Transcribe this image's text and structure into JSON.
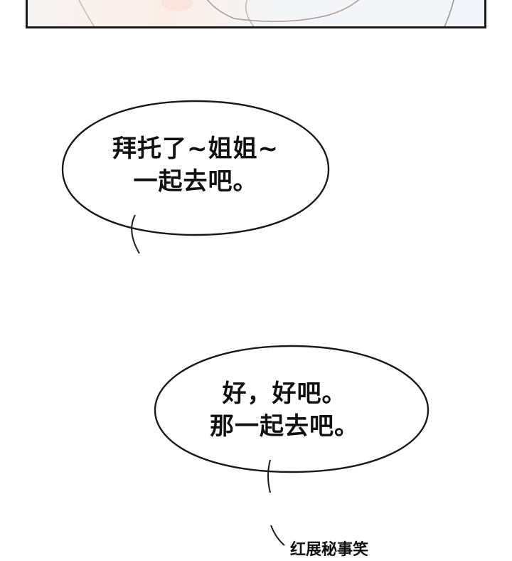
{
  "panel_top": {
    "border_color": "#1a1a1a",
    "tint_colors": [
      "#fbeee8",
      "#f2f6fa"
    ]
  },
  "bubble1": {
    "line1": "拜托了~姐姐~",
    "line2": "一起去吧。"
  },
  "bubble2": {
    "line1": "好，好吧。",
    "line2": "那一起去吧。"
  },
  "caption": {
    "text": "红展秘事笑"
  }
}
